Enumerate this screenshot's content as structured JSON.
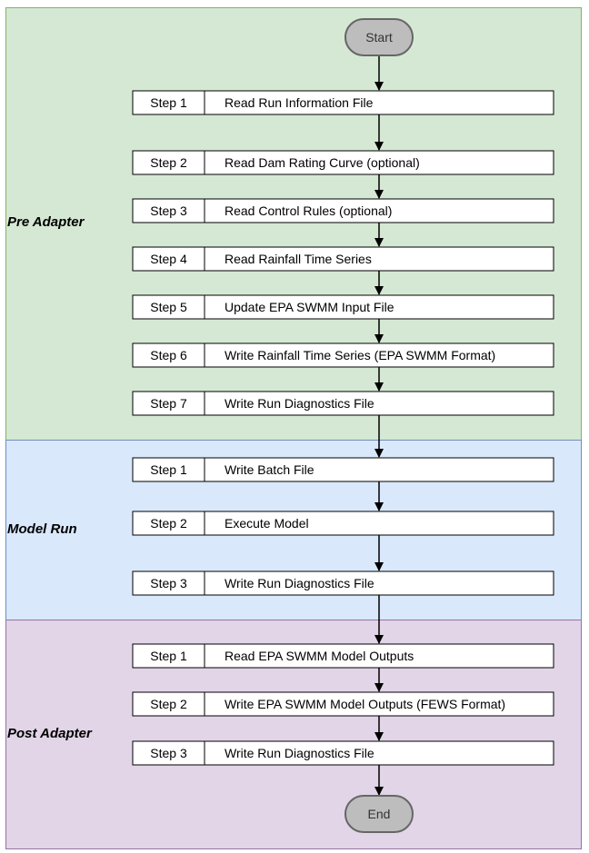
{
  "lanes": [
    {
      "name": "Pre Adapter",
      "color": "#d5e8d4",
      "border": "#82b366"
    },
    {
      "name": "Model Run",
      "color": "#dae8fc",
      "border": "#6c8ebf"
    },
    {
      "name": "Post Adapter",
      "color": "#e1d5e7",
      "border": "#9673a6"
    }
  ],
  "terminals": {
    "start": "Start",
    "end": "End",
    "fill": "#bdbdbd",
    "stroke": "#666666"
  },
  "steps": [
    {
      "lane": "Pre Adapter",
      "step": "Step 1",
      "text": "Read Run Information File"
    },
    {
      "lane": "Pre Adapter",
      "step": "Step 2",
      "text": "Read Dam Rating Curve (optional)"
    },
    {
      "lane": "Pre Adapter",
      "step": "Step 3",
      "text": "Read Control Rules (optional)"
    },
    {
      "lane": "Pre Adapter",
      "step": "Step 4",
      "text": "Read Rainfall Time Series"
    },
    {
      "lane": "Pre Adapter",
      "step": "Step 5",
      "text": "Update EPA SWMM Input File"
    },
    {
      "lane": "Pre Adapter",
      "step": "Step 6",
      "text": "Write Rainfall Time Series (EPA SWMM Format)"
    },
    {
      "lane": "Pre Adapter",
      "step": "Step 7",
      "text": "Write Run Diagnostics File"
    },
    {
      "lane": "Model Run",
      "step": "Step 1",
      "text": "Write Batch File"
    },
    {
      "lane": "Model Run",
      "step": "Step 2",
      "text": "Execute Model"
    },
    {
      "lane": "Model Run",
      "step": "Step 3",
      "text": "Write Run Diagnostics File"
    },
    {
      "lane": "Post Adapter",
      "step": "Step 1",
      "text": "Read EPA SWMM Model Outputs"
    },
    {
      "lane": "Post Adapter",
      "step": "Step 2",
      "text": "Write EPA SWMM Model Outputs (FEWS Format)"
    },
    {
      "lane": "Post Adapter",
      "step": "Step 3",
      "text": "Write Run Diagnostics File"
    }
  ]
}
